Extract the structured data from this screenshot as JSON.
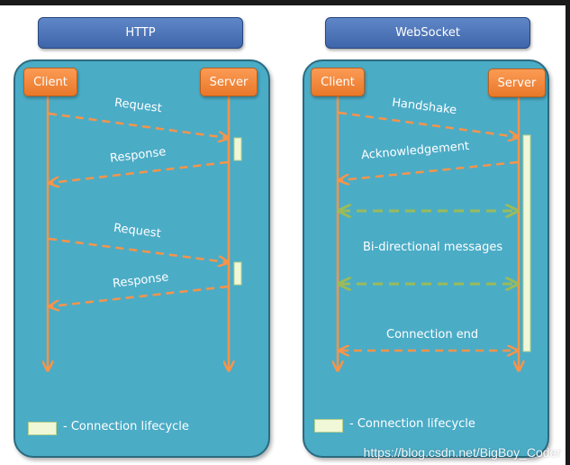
{
  "http": {
    "title": "HTTP",
    "client": "Client",
    "server": "Server",
    "messages": [
      "Request",
      "Response",
      "Request",
      "Response"
    ],
    "legend": "- Connection lifecycle"
  },
  "websocket": {
    "title": "WebSocket",
    "client": "Client",
    "server": "Server",
    "messages": [
      "Handshake",
      "Acknowledgement",
      "Bi-directional messages",
      "Connection end"
    ],
    "legend": "- Connection lifecycle"
  },
  "colors": {
    "panel": "#4bacc6",
    "actor": "#f58c3c",
    "arrow": "#f7944a",
    "bidirectional": "#9bbb59",
    "header": "#4f77bb",
    "lifecycle": "#f0f8d8"
  },
  "watermark": "https://blog.csdn.net/BigBoy_Coder"
}
